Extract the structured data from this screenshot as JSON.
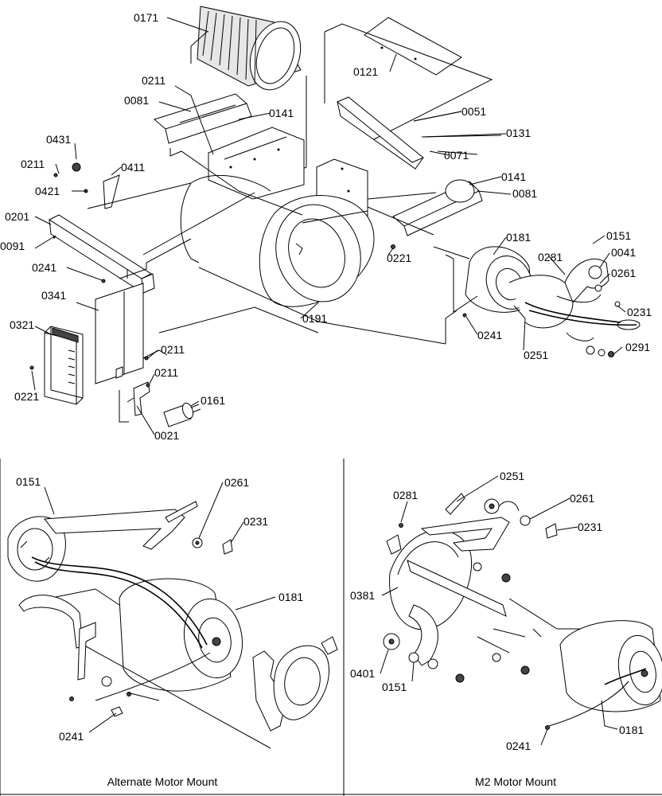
{
  "callouts": {
    "p0171": "0171",
    "p0121": "0121",
    "p0211a": "0211",
    "p0081a": "0081",
    "p0141a": "0141",
    "p0051": "0051",
    "p0131": "0131",
    "p0071": "0071",
    "p0431": "0431",
    "p0211b": "0211",
    "p0411": "0411",
    "p0421": "0421",
    "p0141b": "0141",
    "p0081b": "0081",
    "p0201": "0201",
    "p0091": "0091",
    "p0181a": "0181",
    "p0151a": "0151",
    "p0041": "0041",
    "p0281a": "0281",
    "p0221a": "0221",
    "p0241a": "0241",
    "p0261a": "0261",
    "p0231a": "0231",
    "p0341": "0341",
    "p0321": "0321",
    "p0191": "0191",
    "p0241b": "0241",
    "p0291": "0291",
    "p0251a": "0251",
    "p0211c": "0211",
    "p0221b": "0221",
    "p0211d": "0211",
    "p0161": "0161",
    "p0021": "0021",
    "alt0151": "0151",
    "alt0261": "0261",
    "alt0231": "0231",
    "alt0181": "0181",
    "alt0241": "0241",
    "m2_0251": "0251",
    "m2_0281": "0281",
    "m2_0261": "0261",
    "m2_0231": "0231",
    "m2_0381": "0381",
    "m2_0401": "0401",
    "m2_0151": "0151",
    "m2_0181": "0181",
    "m2_0241": "0241"
  },
  "captions": {
    "alternate": "Alternate Motor Mount",
    "m2": "M2 Motor Mount"
  }
}
